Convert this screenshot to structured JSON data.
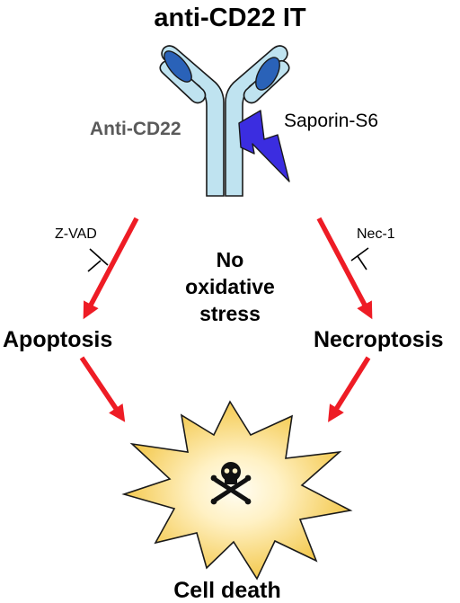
{
  "diagram": {
    "title": "anti-CD22 IT",
    "antibody_label": "Anti-CD22",
    "toxin_label": "Saporin-S6",
    "left_inhibitor": "Z-VAD",
    "right_inhibitor": "Nec-1",
    "center_lines": [
      "No",
      "oxidative",
      "stress"
    ],
    "left_outcome": "Apoptosis",
    "right_outcome": "Necroptosis",
    "final_outcome": "Cell death",
    "skull_glyph": "☠"
  },
  "colors": {
    "antibody_light": "#bfe3f0",
    "antibody_dark": "#2a62b8",
    "toxin": "#3b2de0",
    "arrow": "#ee1c25",
    "burst_outer": "#f2c33d",
    "burst_inner": "#fff8e0",
    "icons": [
      "antibody-icon",
      "lightning-bolt-icon",
      "inhibition-icon",
      "explosion-burst-icon",
      "skull-crossbones-icon"
    ]
  }
}
